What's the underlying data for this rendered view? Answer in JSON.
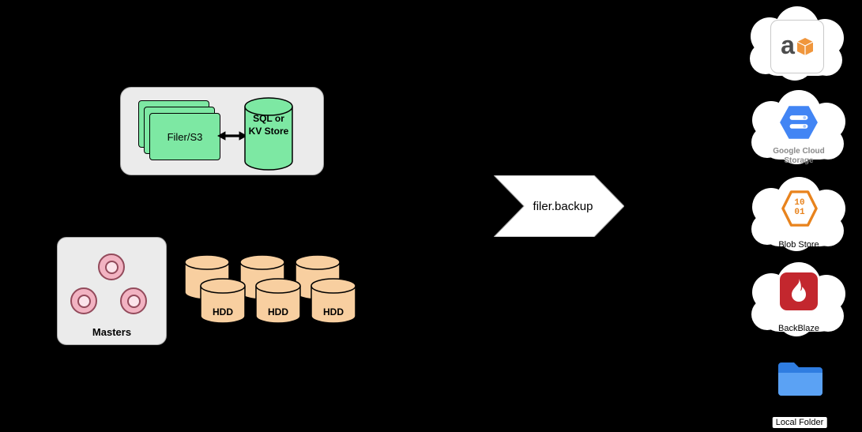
{
  "filer_group": {
    "filer_label": "Filer/S3",
    "store_label": "SQL or KV Store"
  },
  "masters": {
    "label": "Masters"
  },
  "volume_servers": {
    "hdd_labels": [
      "HDD",
      "HDD",
      "HDD"
    ]
  },
  "backup_arrow": {
    "label": "filer.backup"
  },
  "destinations": [
    {
      "name": "amazon-s3",
      "icon": "aws-s3-icon",
      "icon_text": "a",
      "label": ""
    },
    {
      "name": "google-cloud-storage",
      "icon": "google-cloud-icon",
      "label": "Google Cloud Storage"
    },
    {
      "name": "azure-blob-store",
      "icon": "azure-blob-icon",
      "icon_text": "10\n01",
      "label": "Blob Store"
    },
    {
      "name": "backblaze",
      "icon": "backblaze-icon",
      "label": "BackBlaze"
    },
    {
      "name": "local-folder",
      "icon": "local-folder-icon",
      "label": "Local Folder"
    }
  ],
  "colors": {
    "background": "#000000",
    "container_fill": "#ebebeb",
    "filer_green": "#7de8a3",
    "hdd_tan": "#f8cfa0",
    "master_pink": "#f2b3c2",
    "cloud_white": "#ffffff",
    "gcs_blue": "#4285f4",
    "azure_orange": "#e8831d",
    "backblaze_red": "#c3272e",
    "folder_blue": "#3e8ef0",
    "arrow_white": "#ffffff"
  }
}
